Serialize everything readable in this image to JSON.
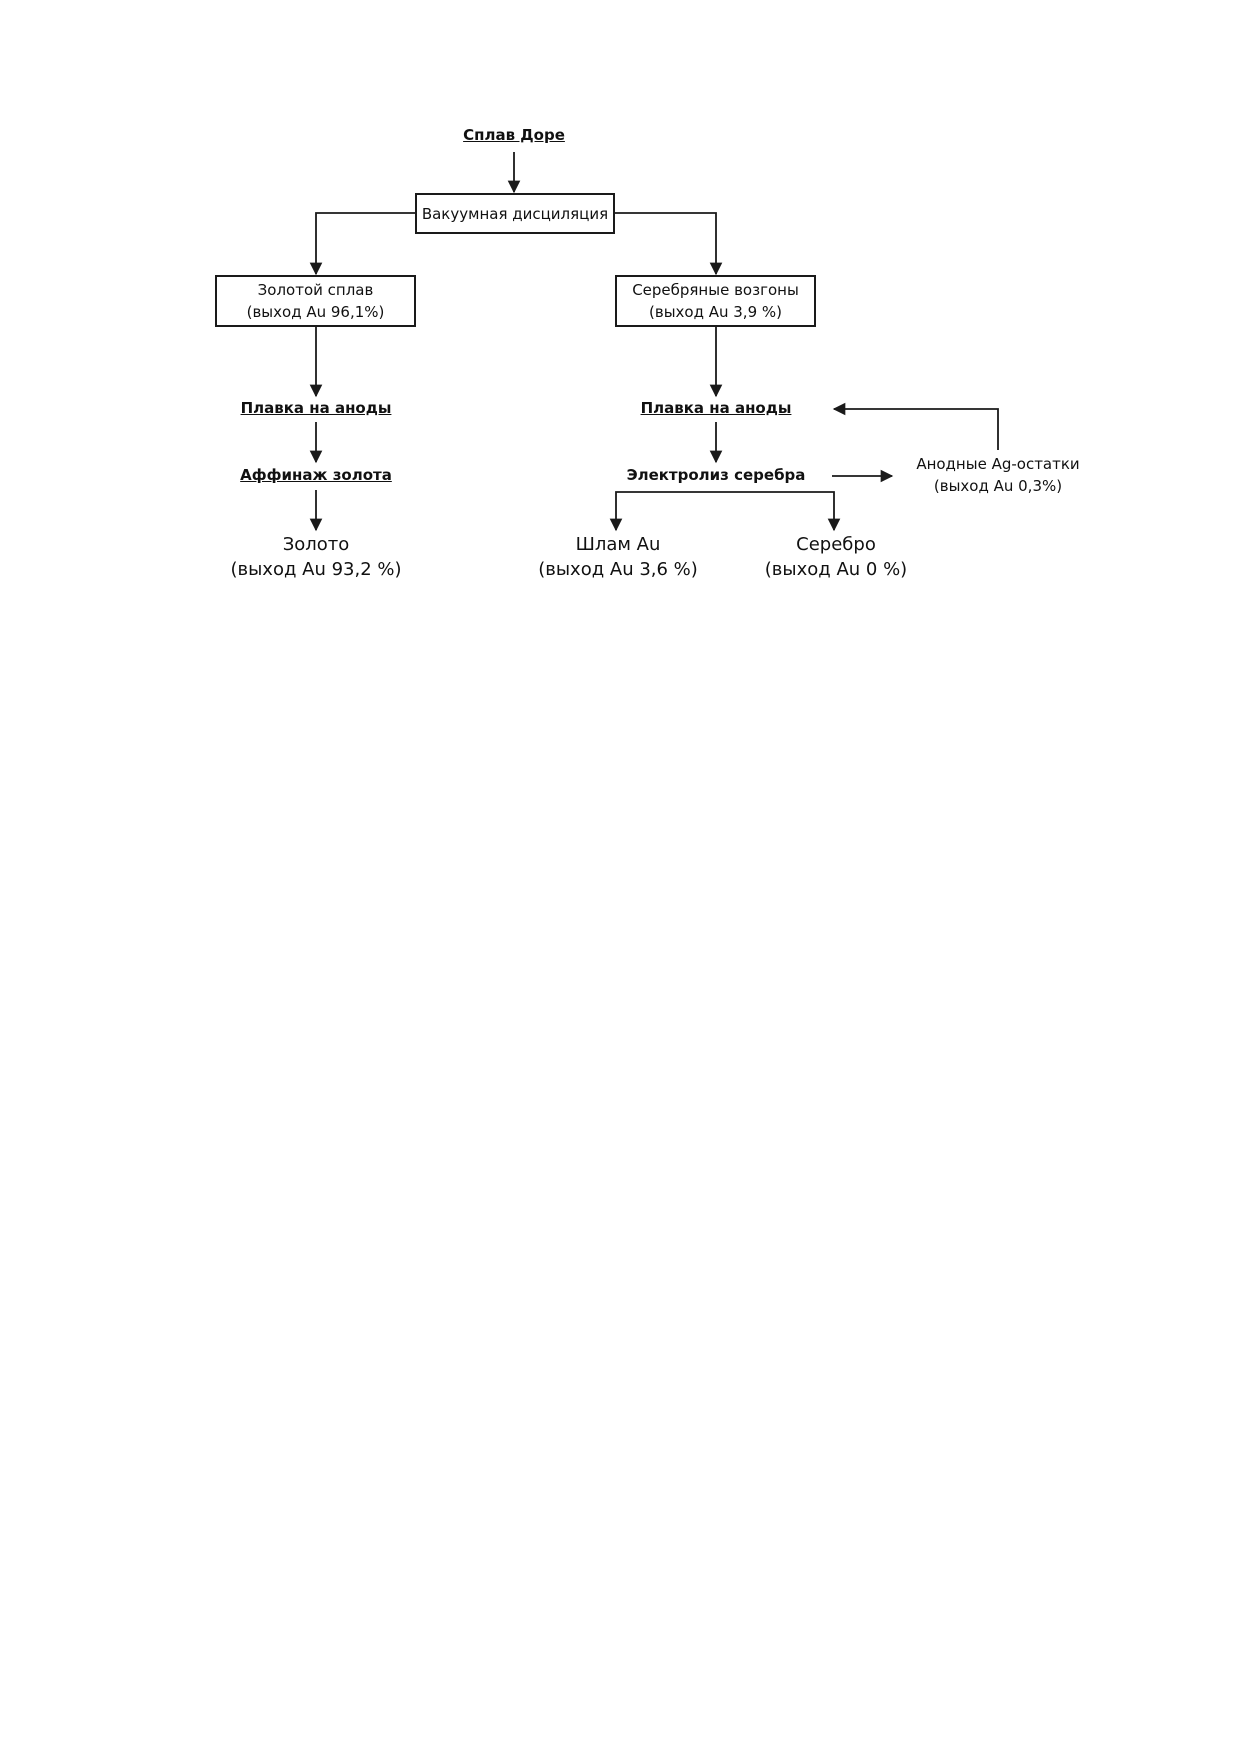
{
  "nodes": {
    "dore": "Сплав Доре",
    "distillation": "Вакуумная дисциляция",
    "gold_alloy": {
      "title": "Золотой сплав",
      "yield": "(выход Au 96,1%)"
    },
    "silver_sublimates": {
      "title": "Серебряные возгоны",
      "yield": "(выход Au 3,9 %)"
    },
    "melt_left": "Плавка на аноды",
    "gold_refining": "Аффинаж золота",
    "melt_right": "Плавка на аноды",
    "silver_electrolysis": "Электролиз серебра",
    "anode_residues": {
      "title": "Анодные Ag-остатки",
      "yield": "(выход Au 0,3%)"
    },
    "gold": {
      "title": "Золото",
      "yield": "(выход Au 93,2 %)"
    },
    "sludge": {
      "title": "Шлам Au",
      "yield": "(выход Au 3,6 %)"
    },
    "silver": {
      "title": "Серебро",
      "yield": "(выход Au 0 %)"
    }
  },
  "colors": {
    "line": "#1a1a1a",
    "text": "#111111"
  }
}
